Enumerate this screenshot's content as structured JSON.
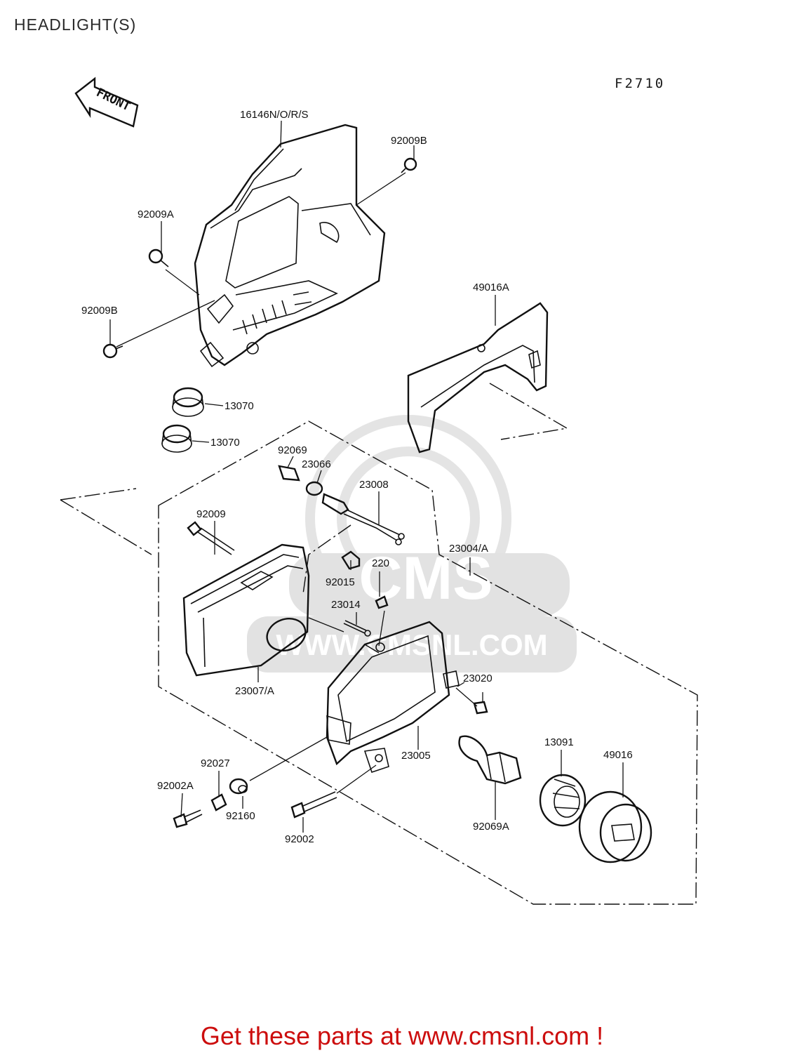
{
  "header": {
    "title": "HEADLIGHT(S)",
    "figure_code": "F2710"
  },
  "front_arrow": {
    "label": "FRONT"
  },
  "parts": [
    {
      "id": "p1",
      "number": "16146N/O/R/S"
    },
    {
      "id": "p2",
      "number": "92009B"
    },
    {
      "id": "p3",
      "number": "92009A"
    },
    {
      "id": "p4",
      "number": "92009B"
    },
    {
      "id": "p5",
      "number": "49016A"
    },
    {
      "id": "p6",
      "number": "13070"
    },
    {
      "id": "p7",
      "number": "13070"
    },
    {
      "id": "p8",
      "number": "92069"
    },
    {
      "id": "p9",
      "number": "23066"
    },
    {
      "id": "p10",
      "number": "23008"
    },
    {
      "id": "p11",
      "number": "92009"
    },
    {
      "id": "p12",
      "number": "23004/A"
    },
    {
      "id": "p13",
      "number": "220"
    },
    {
      "id": "p14",
      "number": "92015"
    },
    {
      "id": "p15",
      "number": "23014"
    },
    {
      "id": "p16",
      "number": "23020"
    },
    {
      "id": "p17",
      "number": "23007/A"
    },
    {
      "id": "p18",
      "number": "13091"
    },
    {
      "id": "p19",
      "number": "49016"
    },
    {
      "id": "p20",
      "number": "92027"
    },
    {
      "id": "p21",
      "number": "23005"
    },
    {
      "id": "p22",
      "number": "92002A"
    },
    {
      "id": "p23",
      "number": "92160"
    },
    {
      "id": "p24",
      "number": "92002"
    },
    {
      "id": "p25",
      "number": "92069A"
    }
  ],
  "watermark": {
    "brand": "CMS",
    "site": "WWW.CMSNL.COM"
  },
  "footer": {
    "cta": "Get these parts at www.cmsnl.com !"
  },
  "colors": {
    "cta": "#cc0d0d",
    "ink": "#111111",
    "watermark": "#e2e2e2"
  }
}
